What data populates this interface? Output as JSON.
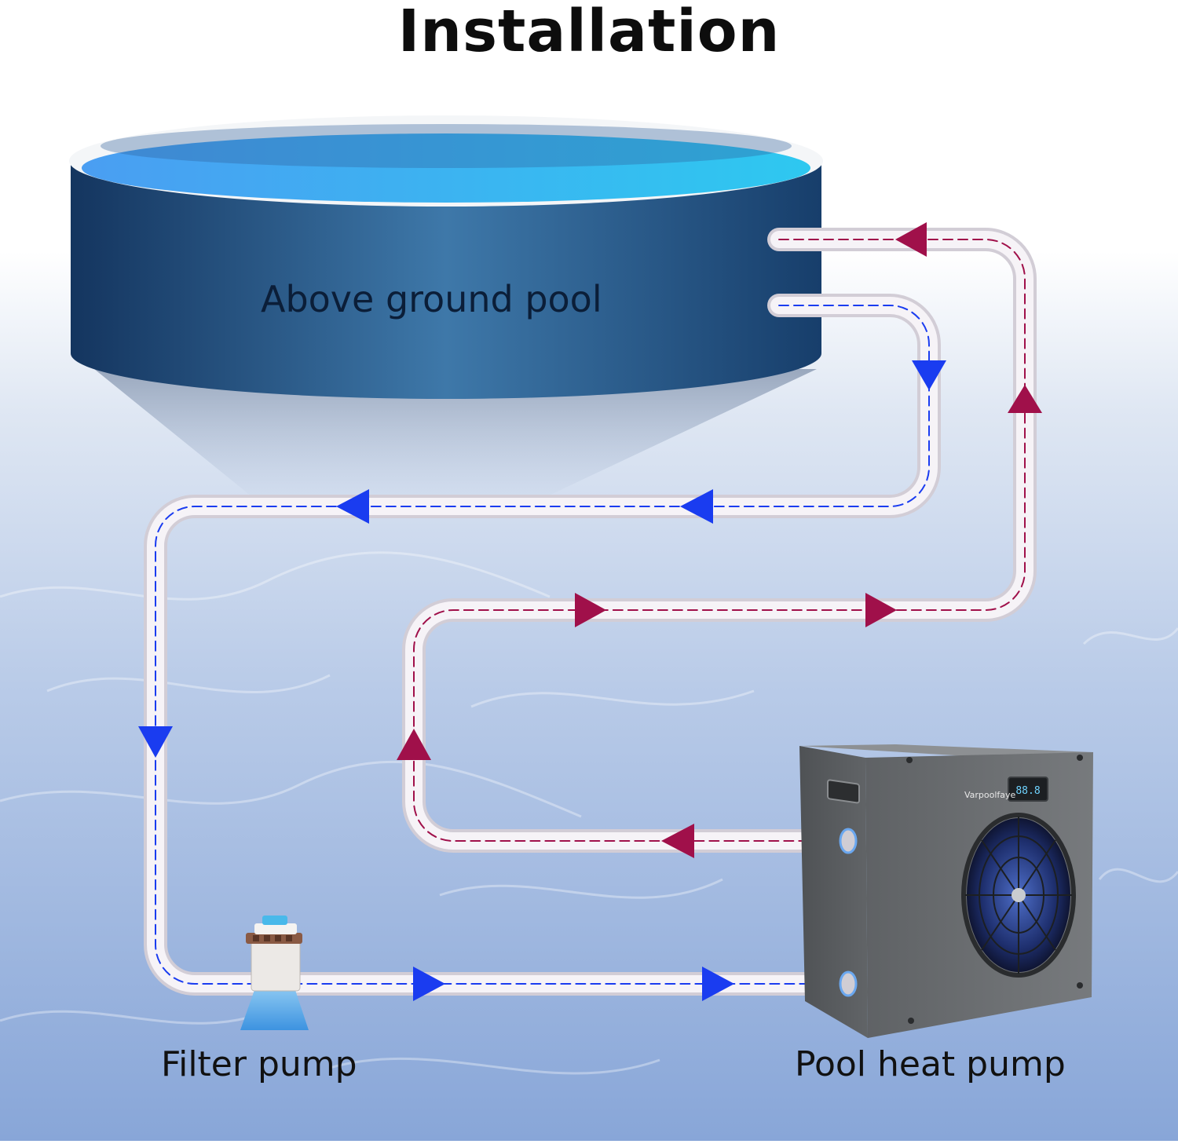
{
  "title": "Installation",
  "labels": {
    "pool": "Above ground pool",
    "filter_pump": "Filter pump",
    "heat_pump": "Pool heat pump"
  },
  "device": {
    "brand": "Varpoolfaye",
    "display": "88.8"
  },
  "colors": {
    "background_top": "#ffffff",
    "water_mid": "#b8cbe8",
    "water_deep": "#7f9fd6",
    "pool_wall_dark": "#153a66",
    "pool_wall_light": "#3f77a8",
    "pool_water": "#3fb6f2",
    "pipe": "#f1eef2",
    "cold_flow": "#1a3cf0",
    "hot_flow": "#a0104a",
    "heat_pump_body": "#6a6d70",
    "filter_base": "#4aa3e6"
  }
}
